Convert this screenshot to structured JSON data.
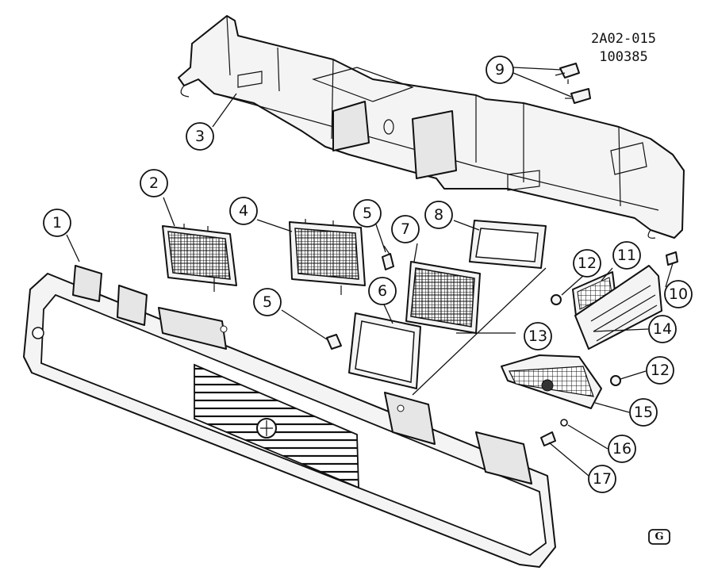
{
  "drawing": {
    "code_line1": "2A02-015",
    "code_line2": "100385",
    "logo_letter": "G"
  },
  "callouts": [
    "1",
    "2",
    "3",
    "4",
    "5",
    "5",
    "6",
    "7",
    "8",
    "9",
    "10",
    "11",
    "12",
    "12",
    "13",
    "14",
    "15",
    "16",
    "17"
  ]
}
